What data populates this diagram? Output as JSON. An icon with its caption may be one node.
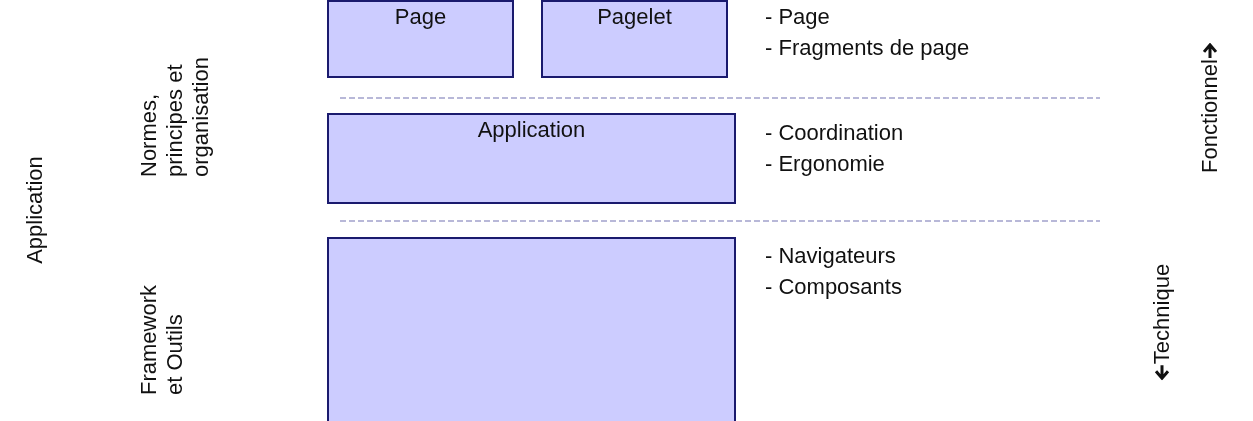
{
  "diagram": {
    "nodes": [
      {
        "text": [
          "Page"
        ]
      },
      {
        "text": [
          "Pagelet"
        ]
      },
      {
        "text": [
          "Application"
        ]
      },
      {
        "text": [],
        "shape": "box"
      }
    ],
    "labels": [
      "Application",
      "Normes, principes et organisation",
      "Framework et Outils",
      "- Page",
      "- Fragments de page",
      "- Coordination",
      "- Ergonomie",
      "- Navigateurs",
      "- Composants",
      "Fonctionnel",
      "Technique"
    ]
  }
}
